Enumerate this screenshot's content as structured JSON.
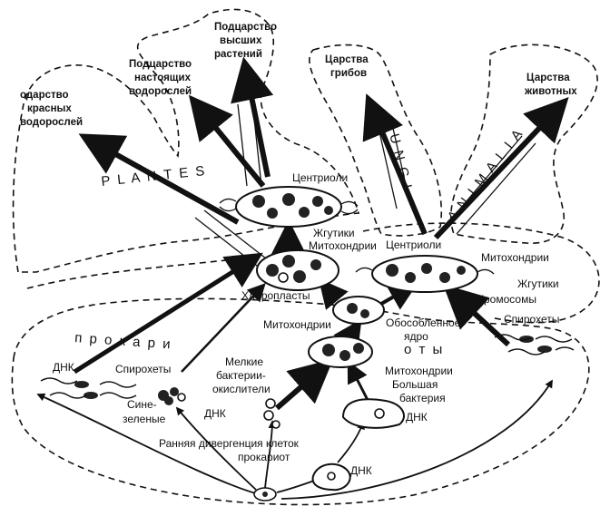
{
  "kingdoms": {
    "red_algae": [
      "одарство",
      "красных",
      "водорослей"
    ],
    "true_algae": [
      "Подцарство",
      "настоящих",
      "водорослей"
    ],
    "higher_plants": [
      "Подцарство",
      "высших",
      "растений"
    ],
    "fungi": [
      "Царства",
      "грибов"
    ],
    "animals": [
      "Царства",
      "животных"
    ]
  },
  "group_names": {
    "plantes": "P L A N T E S",
    "fungi": "F U N G I",
    "animalia": "A N I M A L I A",
    "prokaryotes_left": "п р о к а р и",
    "prokaryotes_right": "о т ы"
  },
  "labels": {
    "centrioles_top": "Центриоли",
    "flagella_top": "Жгутики",
    "mitochondria_top": "Митохондрии",
    "centrioles_right": "Центриоли",
    "mitochondria_right": "Митохондрии",
    "flagella_right": "Жгутики",
    "chromosomes": "Хромосомы",
    "chloroplasts": "Хлоропласты",
    "mitochondria_mid": "Митохондрии",
    "isolated_nucleus": [
      "Обособленное",
      "ядро"
    ],
    "spirochetes_right": "Спирохеты",
    "spirochetes_left": "Спирохеты",
    "dna_left": "ДНК",
    "blue_green": [
      "Сине-",
      "зеленые"
    ],
    "dna_mid": "ДНК",
    "small_bacteria": [
      "Мелкие",
      "бактерии-",
      "окислители"
    ],
    "mitochondria_low": "Митохондрии",
    "large_bacterium": [
      "Большая",
      "бактерия"
    ],
    "dna_low": "ДНК",
    "early_divergence": [
      "Ранняя дивергенция клеток",
      "прокариот"
    ],
    "dna_bottom": "ДНК"
  }
}
